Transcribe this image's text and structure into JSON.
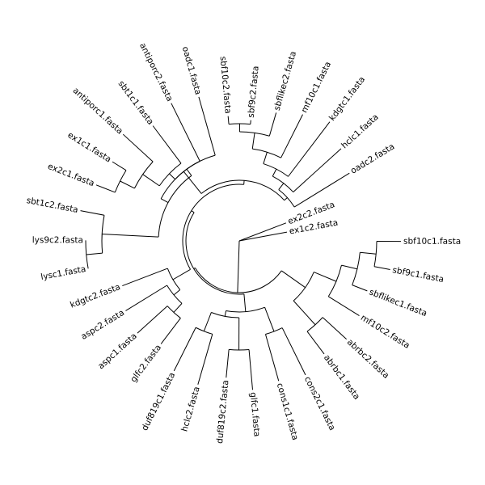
{
  "diagram": {
    "type": "circular-phylogram",
    "line_color": "#000000",
    "background": "#ffffff",
    "tips": [
      "ex2c2.fasta",
      "ex1c2.fasta",
      "sbf10c1.fasta",
      "sbf9c1.fasta",
      "sbflikec1.fasta",
      "mf10c2.fasta",
      "abrbc2.fasta",
      "abrbc1.fasta",
      "cons2c1.fasta",
      "cons1c1.fasta",
      "glfc1.fasta",
      "duf819c2.fasta",
      "hclc2.fasta",
      "duf819c1.fasta",
      "glfc2.fasta",
      "aspc1.fasta",
      "aspc2.fasta",
      "kdgtc2.fasta",
      "lysc1.fasta",
      "lys9c2.fasta",
      "sbt1c2.fasta",
      "ex2c1.fasta",
      "ex1c1.fasta",
      "antiporc1.fasta",
      "sbt1c1.fasta",
      "antiporc2.fasta",
      "oadc1.fasta",
      "sbf10c2.fasta",
      "sbf9c2.fasta",
      "sbflikec2.fasta",
      "mf10c1.fasta",
      "kdgtc1.fasta",
      "hclc1.fasta",
      "oadc2.fasta"
    ]
  }
}
